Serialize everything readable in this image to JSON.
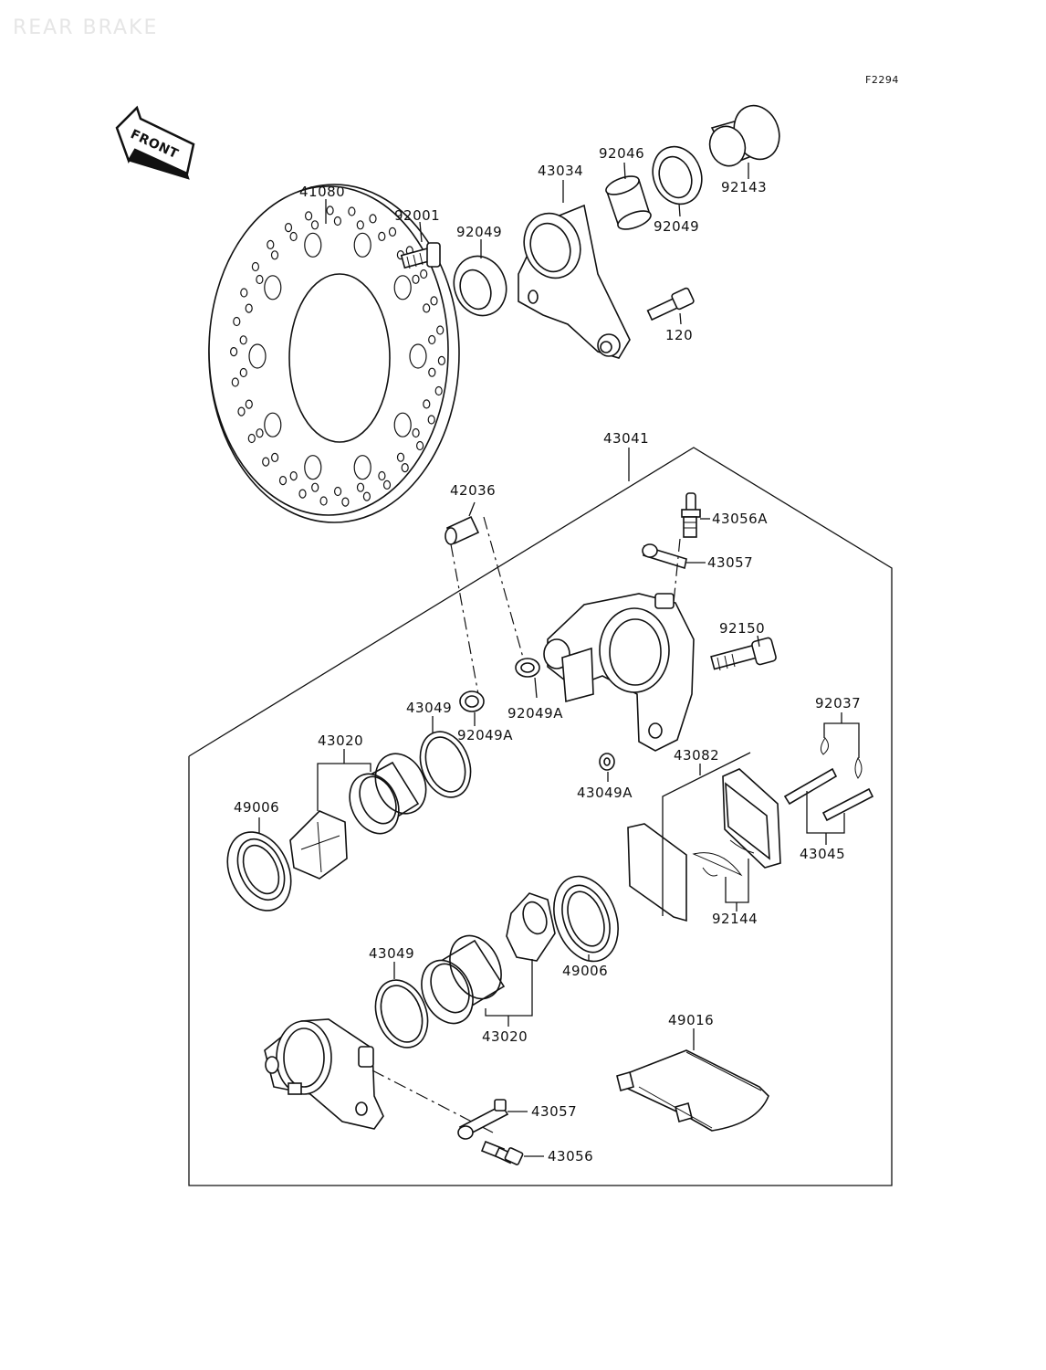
{
  "title": "REAR BRAKE",
  "figure_code": "F2294",
  "front_arrow_label": "FRONT",
  "parts": {
    "disc": "41080",
    "bolt_92001": "92001",
    "collar_92049_top": "92049",
    "bracket": "43034",
    "sleeve_92046": "92046",
    "collar_92049_right": "92049",
    "collar_92143": "92143",
    "bolt_120": "120",
    "caliper_assy": "43041",
    "pin_42036": "42036",
    "bleeder_43056a": "43056A",
    "cap_43057_top": "43057",
    "bolt_92150": "92150",
    "ring_92049a_upper": "92049A",
    "ring_92049a_lower": "92049A",
    "seal_43049_upper": "43049",
    "piston_43020_upper": "43020",
    "seal_49006_left": "49006",
    "ring_43049a": "43049A",
    "pads_43082": "43082",
    "spring_92037": "92037",
    "pins_43045": "43045",
    "spring_92144": "92144",
    "seal_49006_right": "49006",
    "seal_43049_lower": "43049",
    "piston_43020_lower": "43020",
    "shim_49016": "49016",
    "cap_43057_bottom": "43057",
    "bleeder_43056": "43056"
  }
}
